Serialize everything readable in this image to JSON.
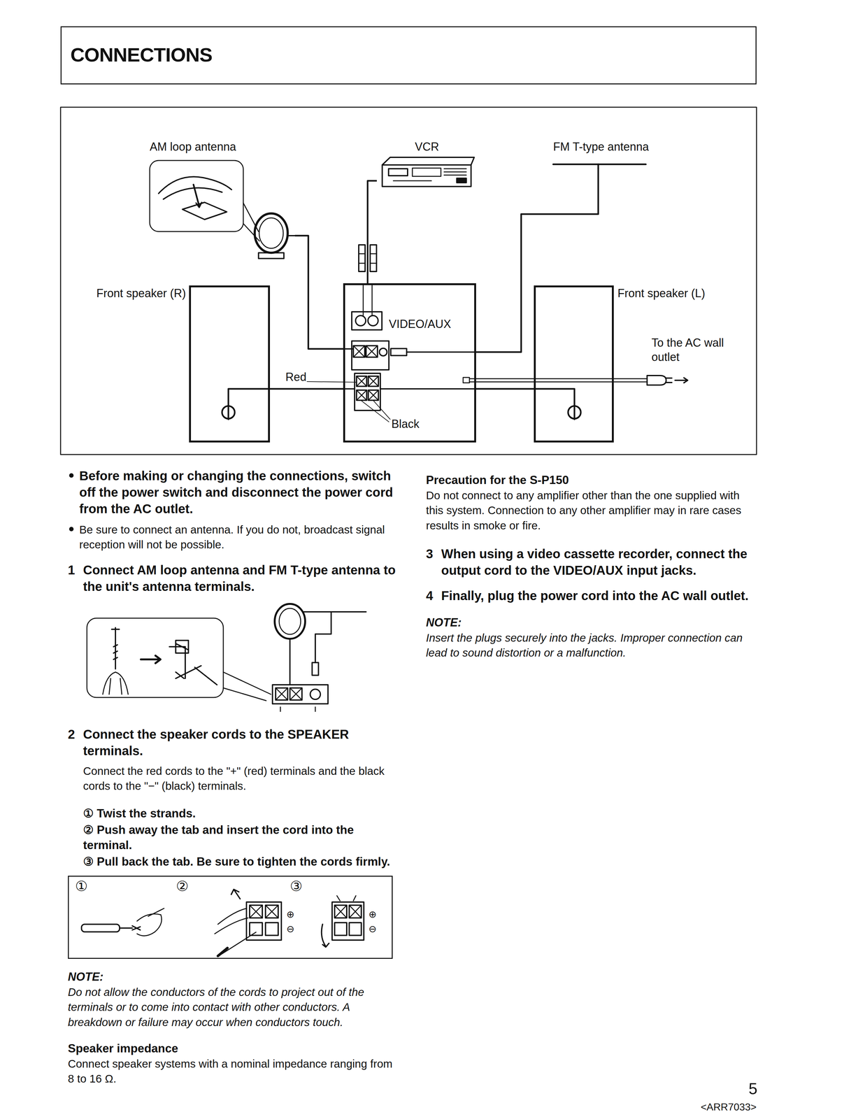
{
  "diagram": {
    "title": "CONNECTIONS",
    "nodes": [
      {
        "text": [
          "Front speaker (R)"
        ]
      },
      {
        "text": [
          "VIDEO/AUX"
        ]
      },
      {
        "text": [
          "Front speaker (L)"
        ]
      },
      {
        "text": [
          "VCR"
        ]
      },
      {
        "text": [
          "AM loop antenna"
        ]
      },
      {
        "text": [
          "FM T-type antenna"
        ]
      }
    ],
    "edges": [
      {
        "from": 0,
        "to": 1,
        "arrow": "none"
      },
      {
        "from": 2,
        "to": 1,
        "arrow": "none"
      },
      {
        "from": 3,
        "to": 1,
        "arrow": "none"
      },
      {
        "from": 4,
        "to": 1,
        "arrow": "none"
      },
      {
        "from": 5,
        "to": 1,
        "arrow": "none"
      }
    ],
    "labels": [
      "Red",
      "Black",
      "To the AC wall outlet",
      "Before making or changing the connections, switch off the power switch and disconnect the power cord from the AC outlet.",
      "Be sure to connect an antenna. If you do not, broadcast signal reception will not be possible.",
      "1",
      "Connect AM loop antenna and FM T-type antenna to the unit's antenna terminals.",
      "2",
      "Connect the speaker cords to the SPEAKER terminals.",
      "Connect the red cords to the \"+\" (red) terminals and the black cords to the \"−\" (black) terminals.",
      "① Twist the strands.",
      "② Push away the tab and insert the cord into the terminal.",
      "③ Pull back the tab. Be sure to tighten the cords firmly.",
      "①",
      "②",
      "③",
      "⊕",
      "⊖",
      "⊕",
      "⊖",
      "NOTE:",
      "Do not allow the conductors of the cords to project out of the terminals or to come into contact with other conductors. A breakdown or failure may occur when conductors touch.",
      "Speaker impedance",
      "Connect speaker systems with a nominal impedance ranging from 8 to 16 Ω.",
      "Precaution for the S-P150",
      "Do not connect to any amplifier other than the one supplied with this system. Connection to any other amplifier may in rare cases results in smoke or fire.",
      "3",
      "When using a video cassette recorder, connect the output cord to the VIDEO/AUX input jacks.",
      "4",
      "Finally, plug the power cord into the AC wall outlet.",
      "NOTE:",
      "Insert the plugs securely into the jacks. Improper connection can lead to sound distortion or a malfunction.",
      "5",
      "<ARR7033>"
    ]
  }
}
